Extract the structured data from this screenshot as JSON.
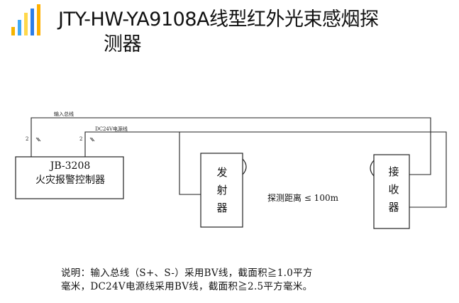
{
  "title": {
    "line1": "JTY-HW-YA9108A线型红外光束感烟探",
    "line2": "测器"
  },
  "logo": {
    "icon": "bar-chart-logo-icon",
    "colors": [
      "#f5b400",
      "#3fa9f5",
      "#ffd84a",
      "#2b7de9",
      "#ffb000"
    ]
  },
  "diagram": {
    "controller": {
      "line1": "JB-3208",
      "line2": "火灾报警控制器"
    },
    "transmitter": {
      "chars": [
        "发",
        "射",
        "器"
      ]
    },
    "receiver": {
      "chars": [
        "接",
        "收",
        "器"
      ]
    },
    "bus_label": "输入总线",
    "power_label": "DC24V电源线",
    "bus_count": "2",
    "power_count": "2",
    "distance": "探测距离 ≤ 100m"
  },
  "note": {
    "line1": "说明：输入总线（S+、S-）采用BV线，截面积≧1.0平方",
    "line2": "毫米，DC24V电源线采用BV线，截面积≧2.5平方毫米。"
  }
}
